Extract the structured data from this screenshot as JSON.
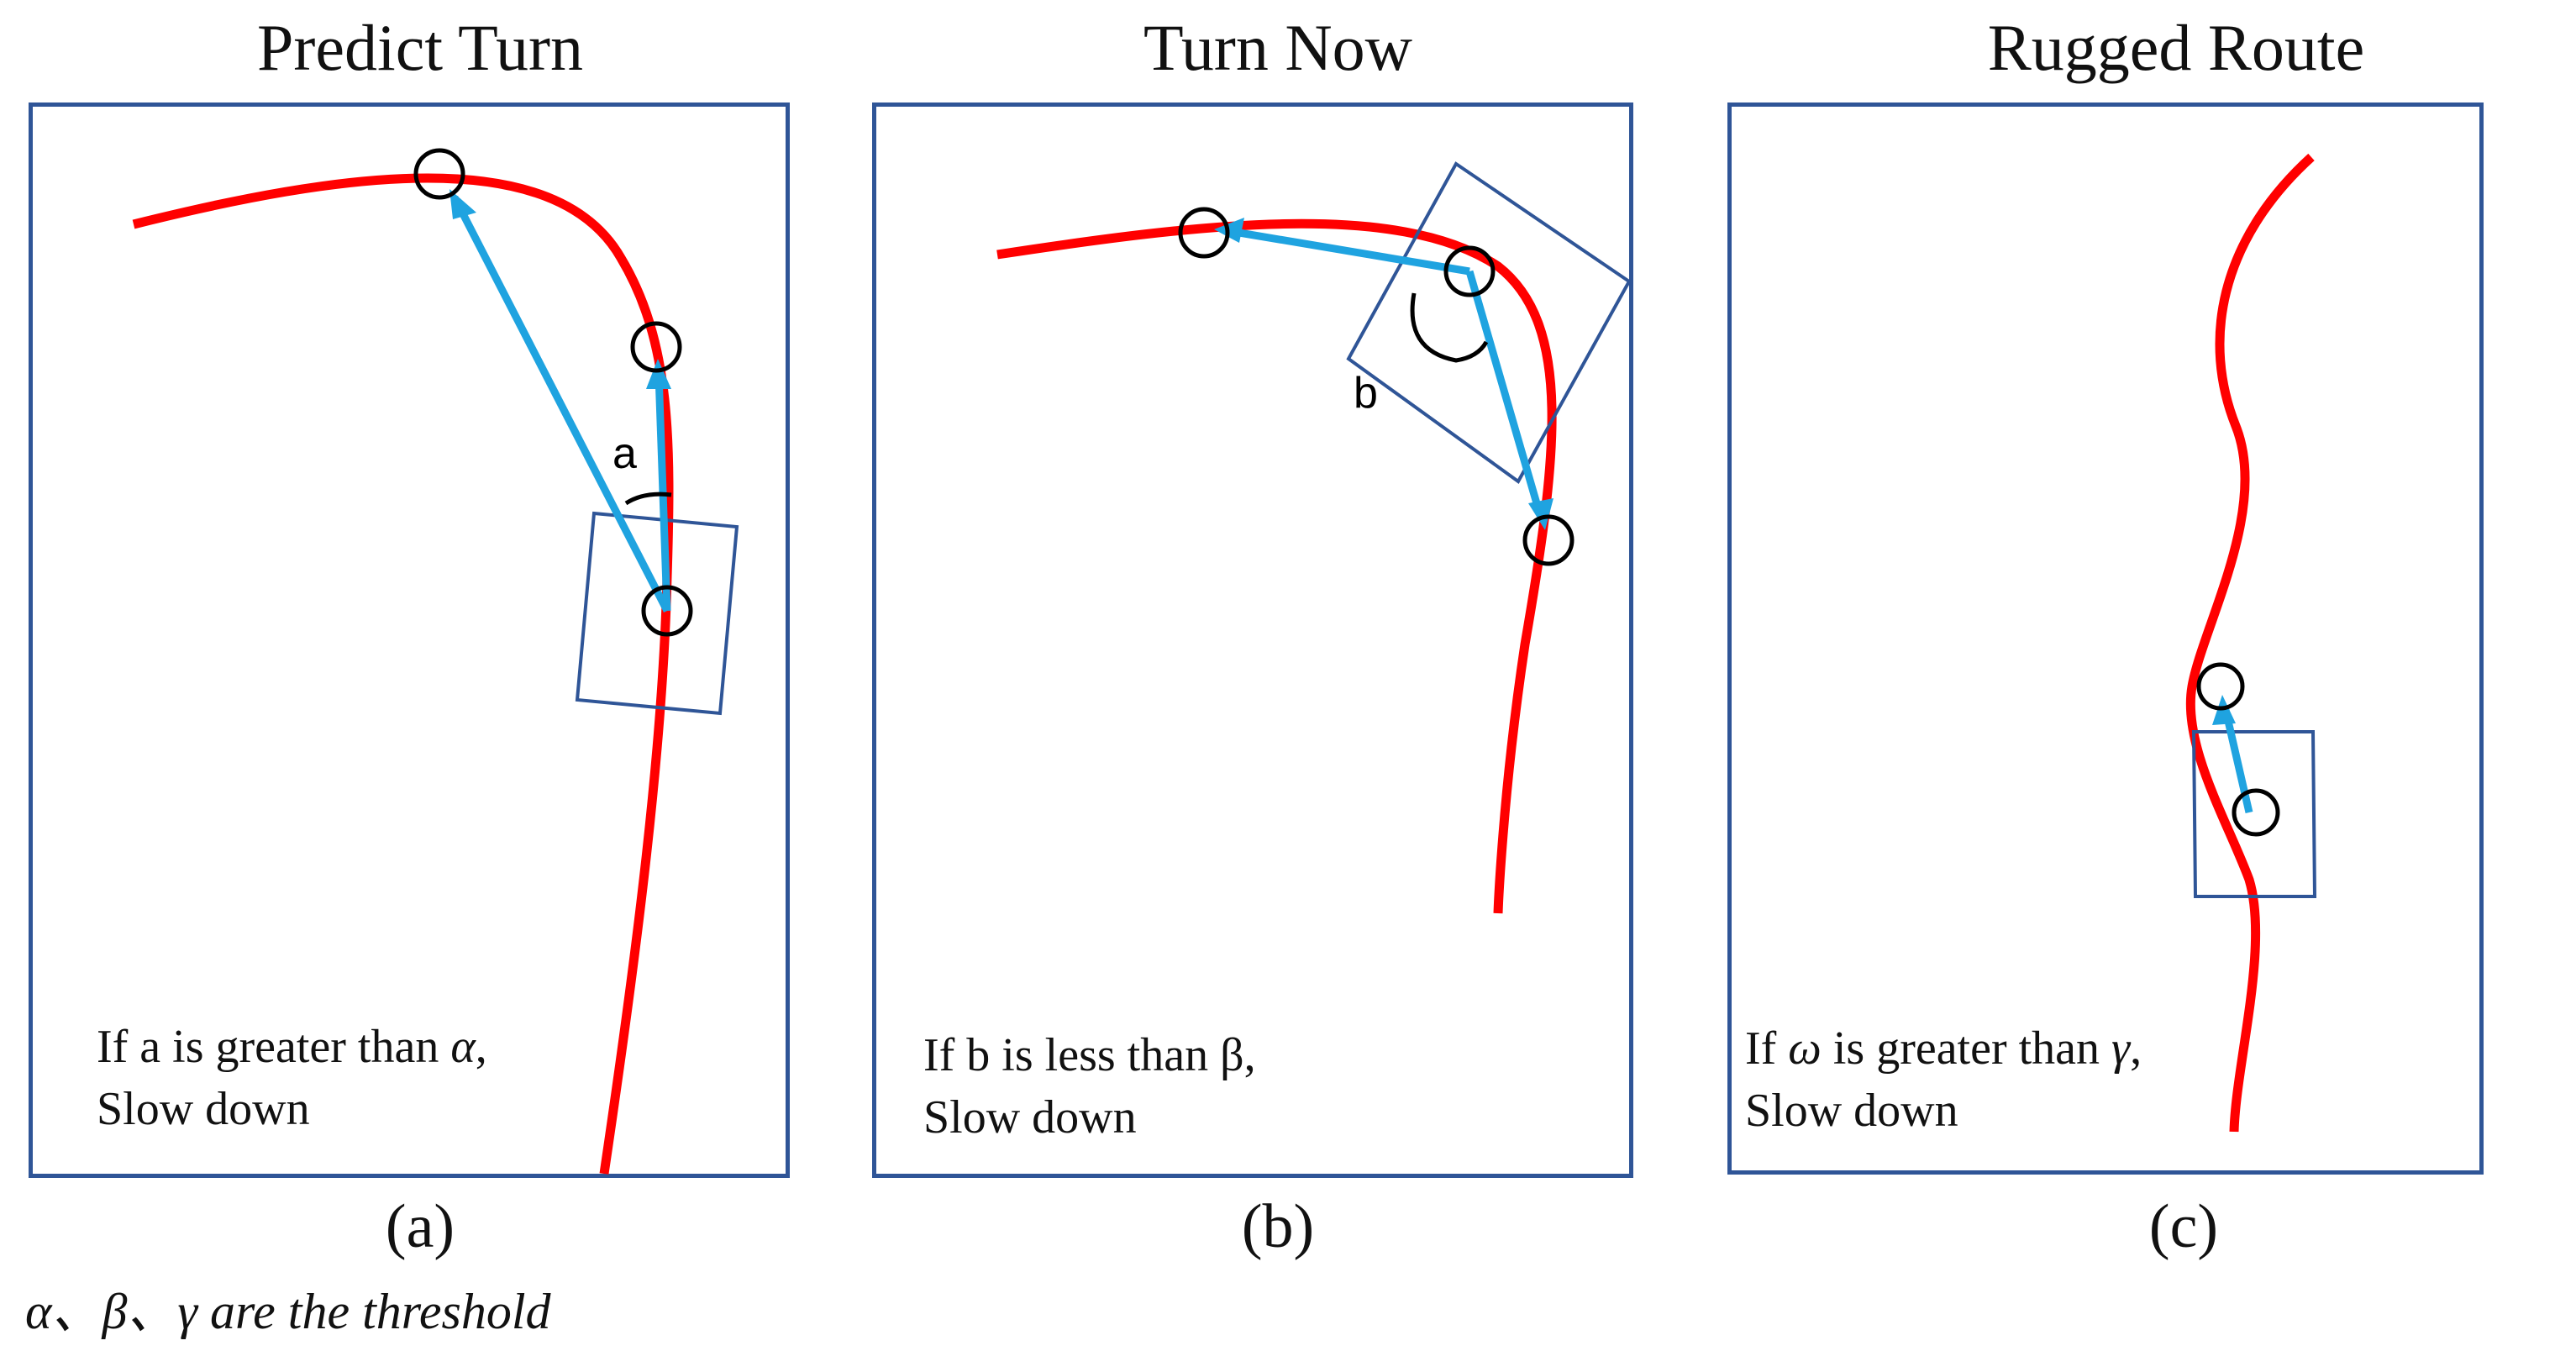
{
  "panels": [
    {
      "title": "Predict Turn",
      "caption": "(a)",
      "angle_label": "a",
      "note_line1_pre": "If a is greater than ",
      "note_symbol": "α",
      "note_line1_post": ",",
      "note_line2": "Slow down"
    },
    {
      "title": "Turn Now",
      "caption": "(b)",
      "angle_label": "b",
      "note_line1_pre": "If b is less than ",
      "note_symbol": "β",
      "note_line1_post": ",",
      "note_line2": "Slow down"
    },
    {
      "title": "Rugged Route",
      "caption": "(c)",
      "note_line1_pre": "If ",
      "note_symbol": "ω",
      "note_line1_mid": " is greater than ",
      "note_symbol2": "γ",
      "note_line1_post": ",",
      "note_line2": "Slow down"
    }
  ],
  "footer": "α、β、γ are the threshold",
  "colors": {
    "route": "#ff0000",
    "vector": "#1fa3e0",
    "frame": "#2f5597",
    "vehicle_box": "#2f5597",
    "marker": "#000000"
  }
}
